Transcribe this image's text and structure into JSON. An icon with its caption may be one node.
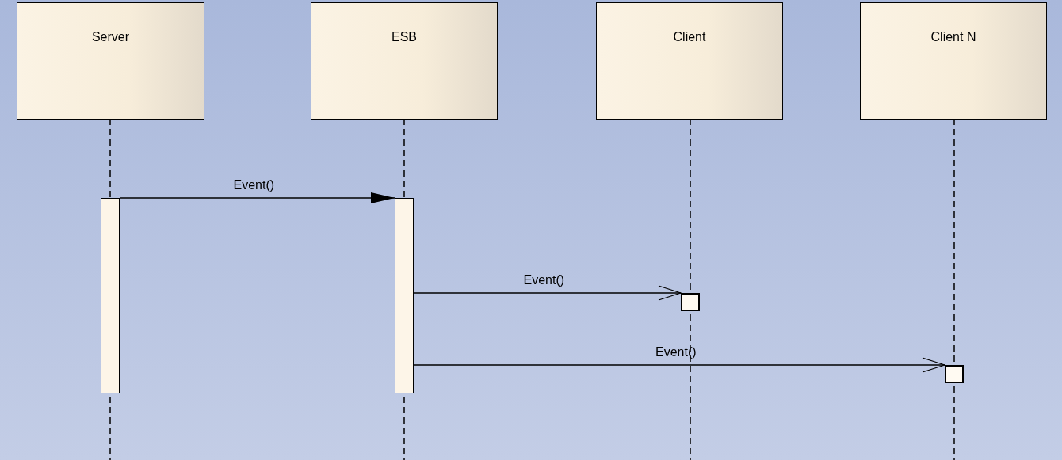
{
  "diagram": {
    "nodes": [
      {
        "text": [
          "Server"
        ]
      },
      {
        "text": [
          "ESB"
        ]
      },
      {
        "text": [
          "Client"
        ]
      },
      {
        "text": [
          "Client N"
        ]
      },
      {
        "text": [],
        "shape": "bar"
      },
      {
        "text": [],
        "shape": "bar"
      },
      {
        "text": [],
        "shape": "box"
      },
      {
        "text": [],
        "shape": "box"
      }
    ],
    "edges": [
      {
        "from": 4,
        "to": 5,
        "arrow": "to",
        "label": "Event()"
      },
      {
        "from": 5,
        "to": 6,
        "arrow": "to",
        "label": "Event()"
      },
      {
        "from": 5,
        "to": 7,
        "arrow": "to",
        "label": "Event()"
      }
    ]
  }
}
